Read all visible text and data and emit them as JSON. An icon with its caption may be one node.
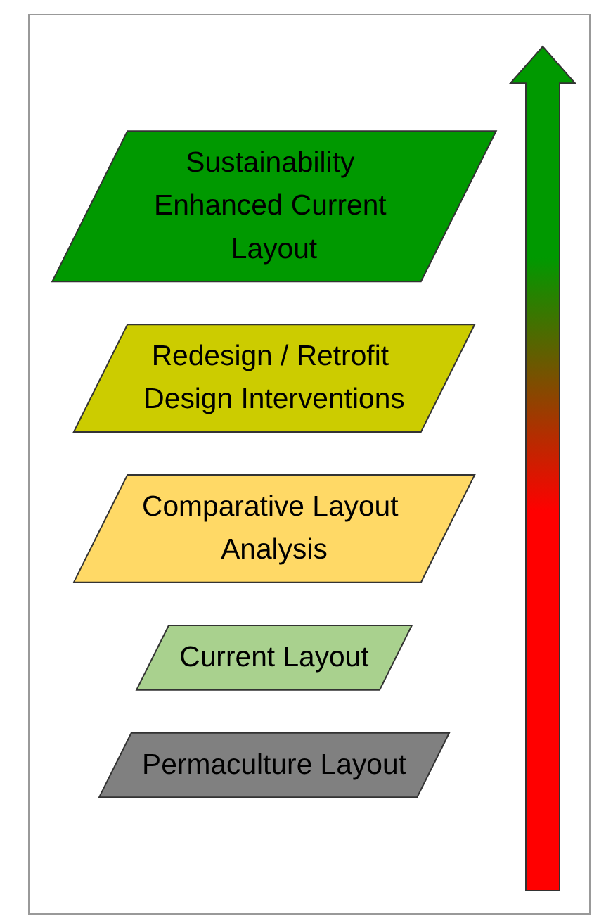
{
  "diagram": {
    "nodes": [
      {
        "text": [
          "Sustainability Enhanced Current Layout"
        ]
      },
      {
        "text": [
          "Redesign / Retrofit Design Interventions"
        ]
      },
      {
        "text": [
          "Comparative Layout Analysis"
        ]
      },
      {
        "text": [
          "Current Layout"
        ]
      },
      {
        "text": [
          "Permaculture Layout"
        ]
      }
    ]
  }
}
